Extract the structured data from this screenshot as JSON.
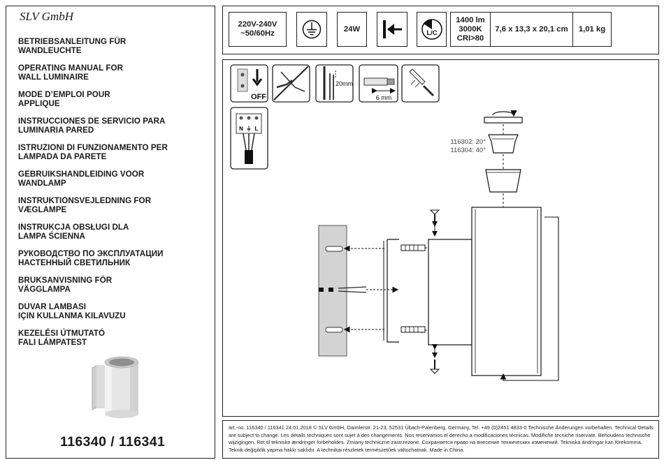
{
  "brand": "SLV GmbH",
  "titles": [
    [
      "BETRIEBSANLEITUNG FÜR",
      "WANDLEUCHTE"
    ],
    [
      "OPERATING MANUAL FOR",
      "WALL LUMINAIRE"
    ],
    [
      "MODE D’EMPLOI POUR",
      "APPLIQUE"
    ],
    [
      "INSTRUCCIONES DE SERVICIO PARA",
      "LUMINARIA PARED"
    ],
    [
      "ISTRUZIONI DI FUNZIONAMENTO PER",
      "LAMPADA DA PARETE"
    ],
    [
      "GEBRUIKSHANDLEIDING VOOR",
      "WANDLAMP"
    ],
    [
      "INSTRUKTIONSVEJLEDNING FOR",
      "VÆGLAMPE"
    ],
    [
      "INSTRUKCJA OBSŁUGI DLA",
      "LAMPA ŚCIENNA"
    ],
    [
      "РУКОВОДСТВО ПО ЭКСПЛУАТАЦИИ",
      "НАСТЕННЫЙ СВЕТИЛЬНИК"
    ],
    [
      "BRUKSANVISNING FÖR",
      "VÄGGLAMPA"
    ],
    [
      "DUVAR LAMBASI",
      "IÇIN KULLANMA KILAVUZU"
    ],
    [
      "KEZELÉSI ÚTMUTATÓ",
      "FALI LÁMPATEST"
    ]
  ],
  "article_numbers": "116340 / 116341",
  "specs": {
    "voltage": [
      "220V-240V",
      "~50/60Hz"
    ],
    "earth_icon": "protective-earth-icon",
    "power": "24W",
    "mount_icon": "wall-mount-arrow-icon",
    "dimmer_icon": "dimmable-lc-icon",
    "dimmer_label": "L/C",
    "light": [
      "1400 lm",
      "3000K",
      "CRI>80"
    ],
    "dimensions": "7,6 x 13,3 x 20,1 cm",
    "weight": "1,01 kg"
  },
  "diagram": {
    "off_label": "OFF",
    "strip_length": "20mm",
    "wire_length": "6 mm",
    "terminals": [
      "N",
      "⏚",
      "L"
    ],
    "variant_1": "116302: 20°",
    "variant_2": "116304: 40°"
  },
  "footer": "art.-no. 116340 / 116341   24.01.2018 © SLV GmbH, Daimlerstr. 21-23, 52531 Übach-Palenberg, Germany, Tel. +49 (0)2451 4833-0   Technische Änderungen vorbehalten. Technical Details are subject to change. Les détails techniques sont sujet à des changements. Nos reservamos el derecho a modificaciones técnicas. Modifiche tecniche riservate. Behoudens technische wijzigingen. Ret til tekniske ændringer forbeholdes. Zmiany techniczne zastrzeżone. Сохраняется право на внесение технических изменений. Tekniska ändringar kan förekomma. Teknik değişiklik yapma hakkı saklıdır. A technikai részletek természetűek változhatnak. Made in China."
}
